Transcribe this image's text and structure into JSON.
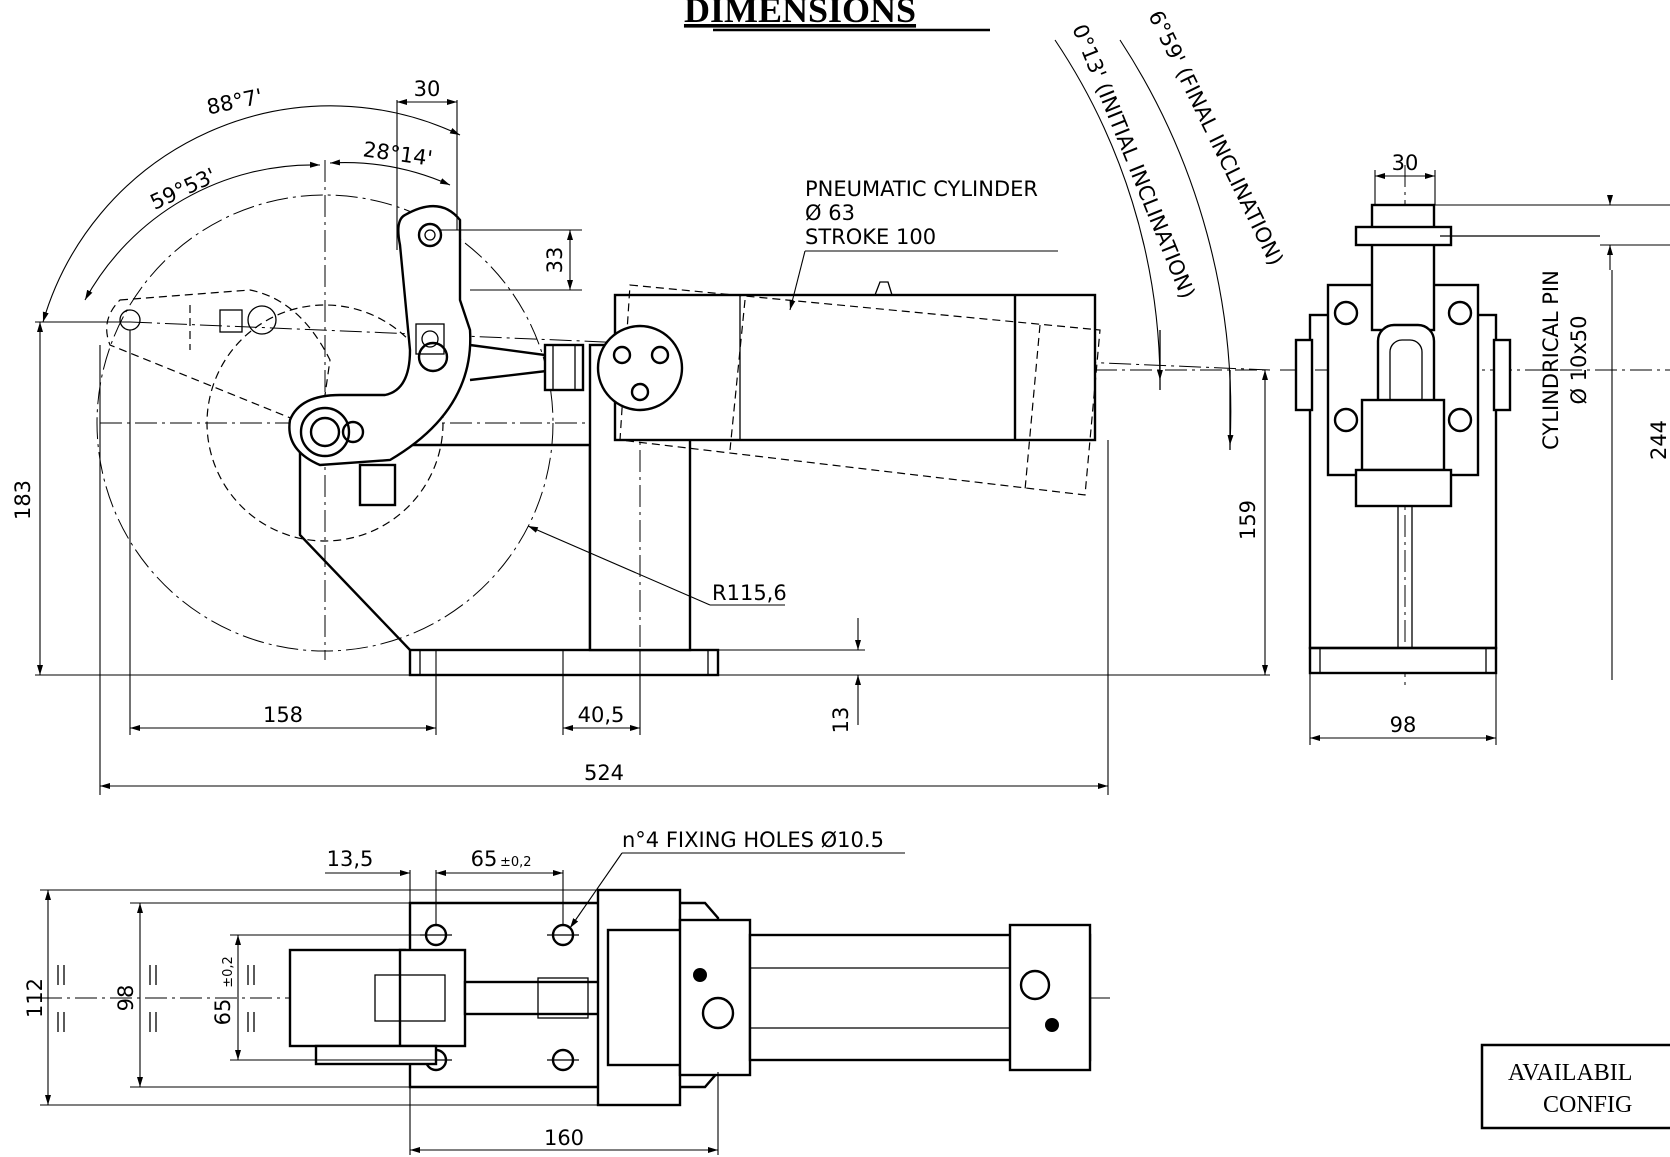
{
  "title": "DIMENSIONS",
  "angles": {
    "a1": "88°7'",
    "a2": "59°53'",
    "a3": "28°14'",
    "initial": "0°13' (INITIAL INCLINATION)",
    "final": "6°59' (FINAL INCLINATION)"
  },
  "cylinder": {
    "line1": "PNEUMATIC CYLINDER",
    "line2": "Ø 63",
    "line3": "STROKE 100"
  },
  "side_view": {
    "dim_30": "30",
    "dim_33": "33",
    "dim_183": "183",
    "dim_159": "159",
    "radius": "R115,6",
    "dim_158": "158",
    "dim_40_5": "40,5",
    "dim_13": "13",
    "dim_524": "524"
  },
  "end_view": {
    "dim_30": "30",
    "pin_line1": "CYLINDRICAL PIN",
    "pin_line2": "Ø 10x50",
    "dim_244": "244",
    "dim_98": "98"
  },
  "top_view": {
    "dim_13_5": "13,5",
    "dim_65": "65",
    "tol_65": "±0,2",
    "holes": "n°4 FIXING HOLES Ø10.5",
    "dim_112": "112",
    "dim_98": "98",
    "dim_65v": "65",
    "tol_65v": "±0,2",
    "dim_160": "160"
  },
  "box": {
    "line1": "AVAILABIL",
    "line2": "CONFIG"
  }
}
